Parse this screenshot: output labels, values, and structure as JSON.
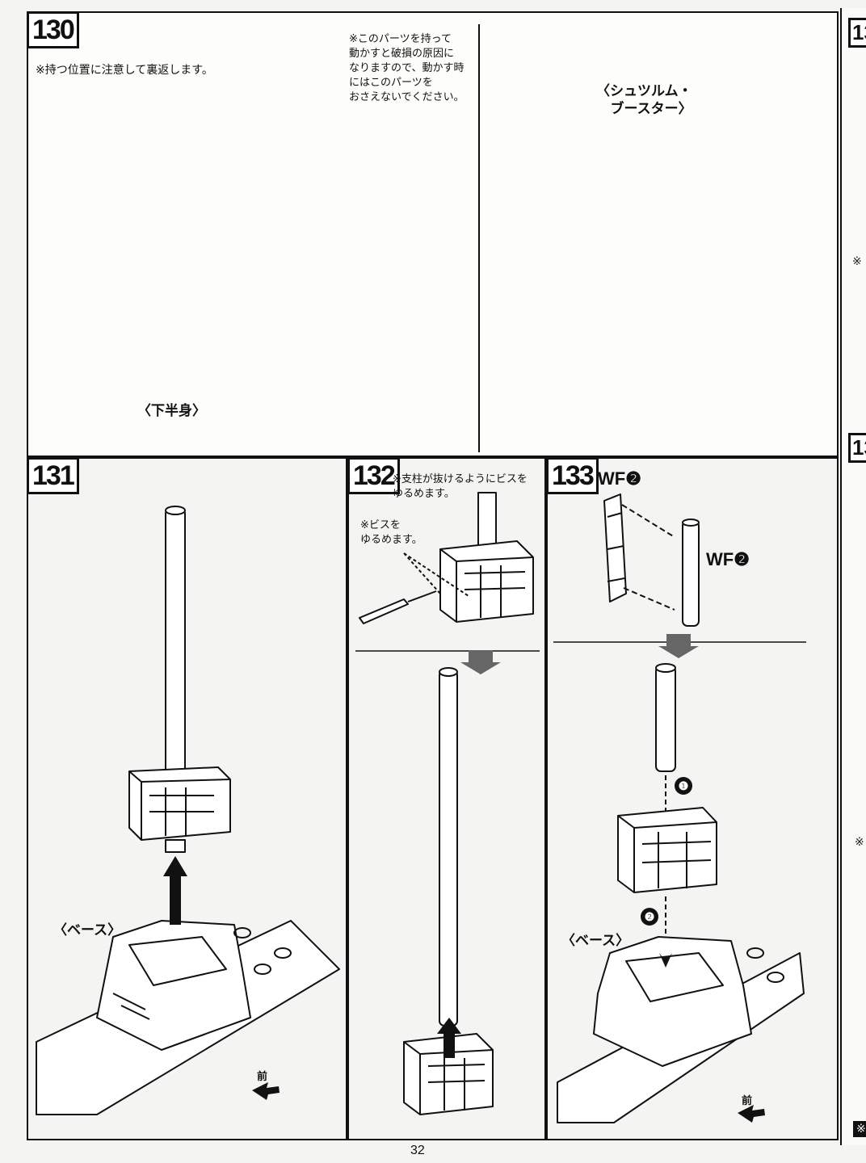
{
  "page": {
    "number": "32"
  },
  "steps": {
    "s130": {
      "num": "130",
      "note_hold": "※持つ位置に注意して裏返します。",
      "note_part": "※このパーツを持って\n動かすと破損の原因に\nなりますので、動かす時\nにはこのパーツを\nおさえないでください。",
      "label_lower": "〈下半身〉",
      "label_booster": "〈シュツルム・\nブースター〉"
    },
    "s131": {
      "num": "131",
      "label_base": "〈ベース〉",
      "mae": "前"
    },
    "s132": {
      "num": "132",
      "note": "※支柱が抜けるようにビスを\nゆるめます。",
      "note_screw": "※ビスを\nゆるめます。"
    },
    "s133": {
      "num": "133",
      "wf_top": "WF❷",
      "wf_pole": "WF❷",
      "marker1": "❶",
      "marker2": "❷",
      "label_base": "〈ベース〉",
      "mae": "前"
    }
  },
  "bleed": {
    "step_a": "13",
    "step_b": "13",
    "note_a": "※",
    "note_b": "※",
    "note_c": "※"
  }
}
